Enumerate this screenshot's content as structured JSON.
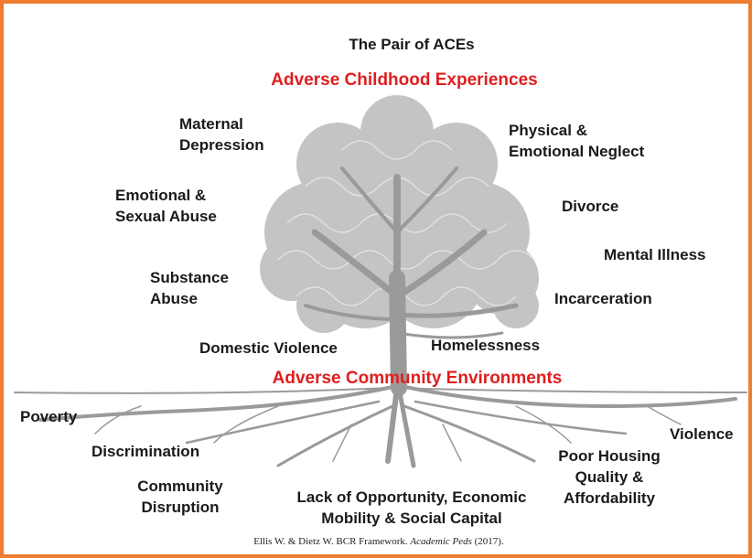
{
  "title": "The Pair of ACEs",
  "headings": {
    "top": "Adverse Childhood Experiences",
    "bottom": "Adverse Community Environments"
  },
  "accent_color": "#e01e1e",
  "border_color": "#ee7d31",
  "tree_color": "#b3b3b3",
  "childhood_experiences": {
    "maternal_depression": [
      "Maternal",
      "Depression"
    ],
    "emotional_sexual_abuse": [
      "Emotional &",
      "Sexual Abuse"
    ],
    "substance_abuse": [
      "Substance",
      "Abuse"
    ],
    "domestic_violence": "Domestic Violence",
    "physical_emotional_neglect": [
      "Physical &",
      "Emotional Neglect"
    ],
    "divorce": "Divorce",
    "mental_illness": "Mental Illness",
    "incarceration": "Incarceration",
    "homelessness": "Homelessness"
  },
  "community_environments": {
    "poverty": "Poverty",
    "discrimination": "Discrimination",
    "community_disruption": [
      "Community",
      "Disruption"
    ],
    "lack_of_opportunity": [
      "Lack of Opportunity, Economic",
      "Mobility & Social Capital"
    ],
    "poor_housing": [
      "Poor Housing",
      "Quality &",
      "Affordability"
    ],
    "violence": "Violence"
  },
  "citation": {
    "prefix": "Ellis W. & Dietz W. BCR Framework. ",
    "journal": "Academic Peds",
    "suffix": " (2017)."
  }
}
